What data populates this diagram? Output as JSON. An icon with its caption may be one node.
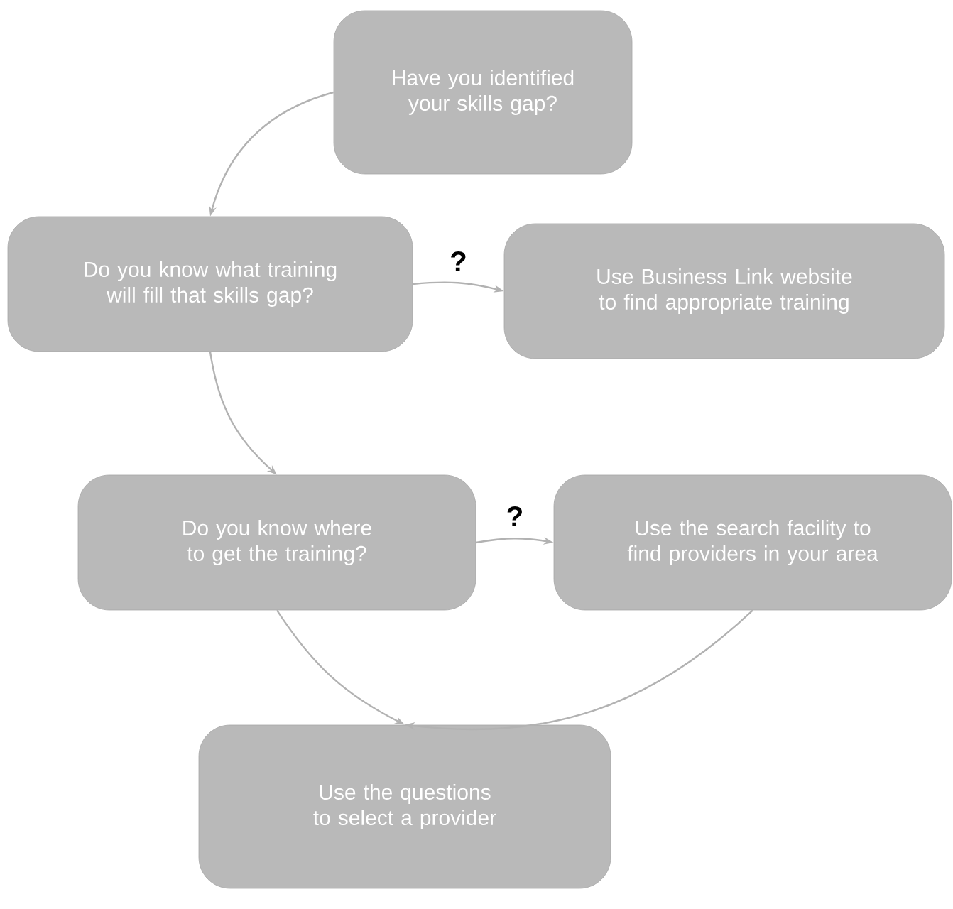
{
  "diagram": {
    "nodes": [
      {
        "text": [
          "Have you identified your skills gap?"
        ]
      },
      {
        "text": [
          "Do you know what training will fill that skills gap?"
        ]
      },
      {
        "text": [
          "Use Business Link website to find appropriate training"
        ]
      },
      {
        "text": [
          "Do you know where to get the training?"
        ]
      },
      {
        "text": [
          "Use the search facility to find providers in your area"
        ]
      },
      {
        "text": [
          "Use the questions to select a provider"
        ]
      }
    ],
    "edges": [
      {
        "from": 0,
        "to": 1,
        "arrow": "to"
      },
      {
        "from": 1,
        "to": 2,
        "arrow": "to",
        "label": "?"
      },
      {
        "from": 1,
        "to": 3,
        "arrow": "to"
      },
      {
        "from": 3,
        "to": 4,
        "arrow": "to",
        "label": "?"
      },
      {
        "from": 3,
        "to": 5,
        "arrow": "to"
      },
      {
        "from": 4,
        "to": 5,
        "arrow": "to"
      }
    ]
  }
}
